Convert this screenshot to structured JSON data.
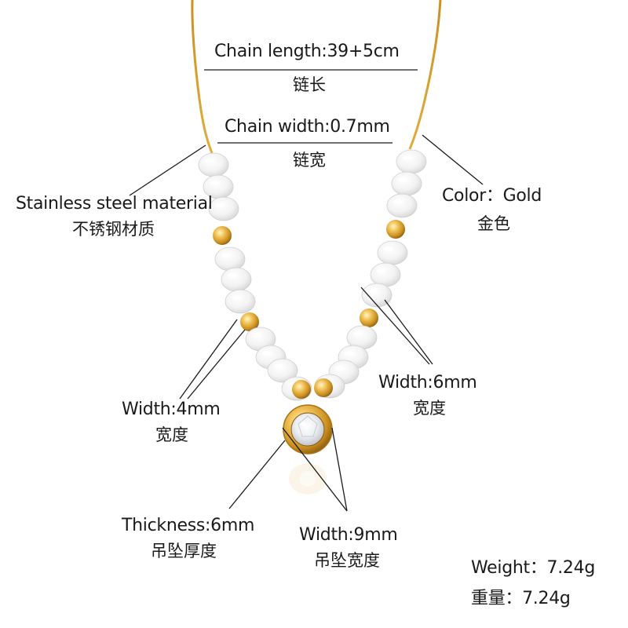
{
  "product": {
    "colors": {
      "gold": "#d9a431",
      "gold_dark": "#a97416",
      "bead_white": "#f4f4f4",
      "bead_shadow": "#d2d2d2",
      "line": "#1a1a1a"
    }
  },
  "labels": {
    "chain_length_en": "Chain length:39+5cm",
    "chain_length_cn": "链长",
    "chain_width_en": "Chain width:0.7mm",
    "chain_width_cn": "链宽",
    "material_en": "Stainless steel material",
    "material_cn": "不锈钢材质",
    "color_en": "Color：Gold",
    "color_cn": "金色",
    "width4_en": "Width:4mm",
    "width4_cn": "宽度",
    "width6_en": "Width:6mm",
    "width6_cn": "宽度",
    "thickness_en": "Thickness:6mm",
    "thickness_cn": "吊坠厚度",
    "width9_en": "Width:9mm",
    "width9_cn": "吊坠宽度",
    "weight_en": "Weight：7.24g",
    "weight_cn": "重量：7.24g"
  }
}
